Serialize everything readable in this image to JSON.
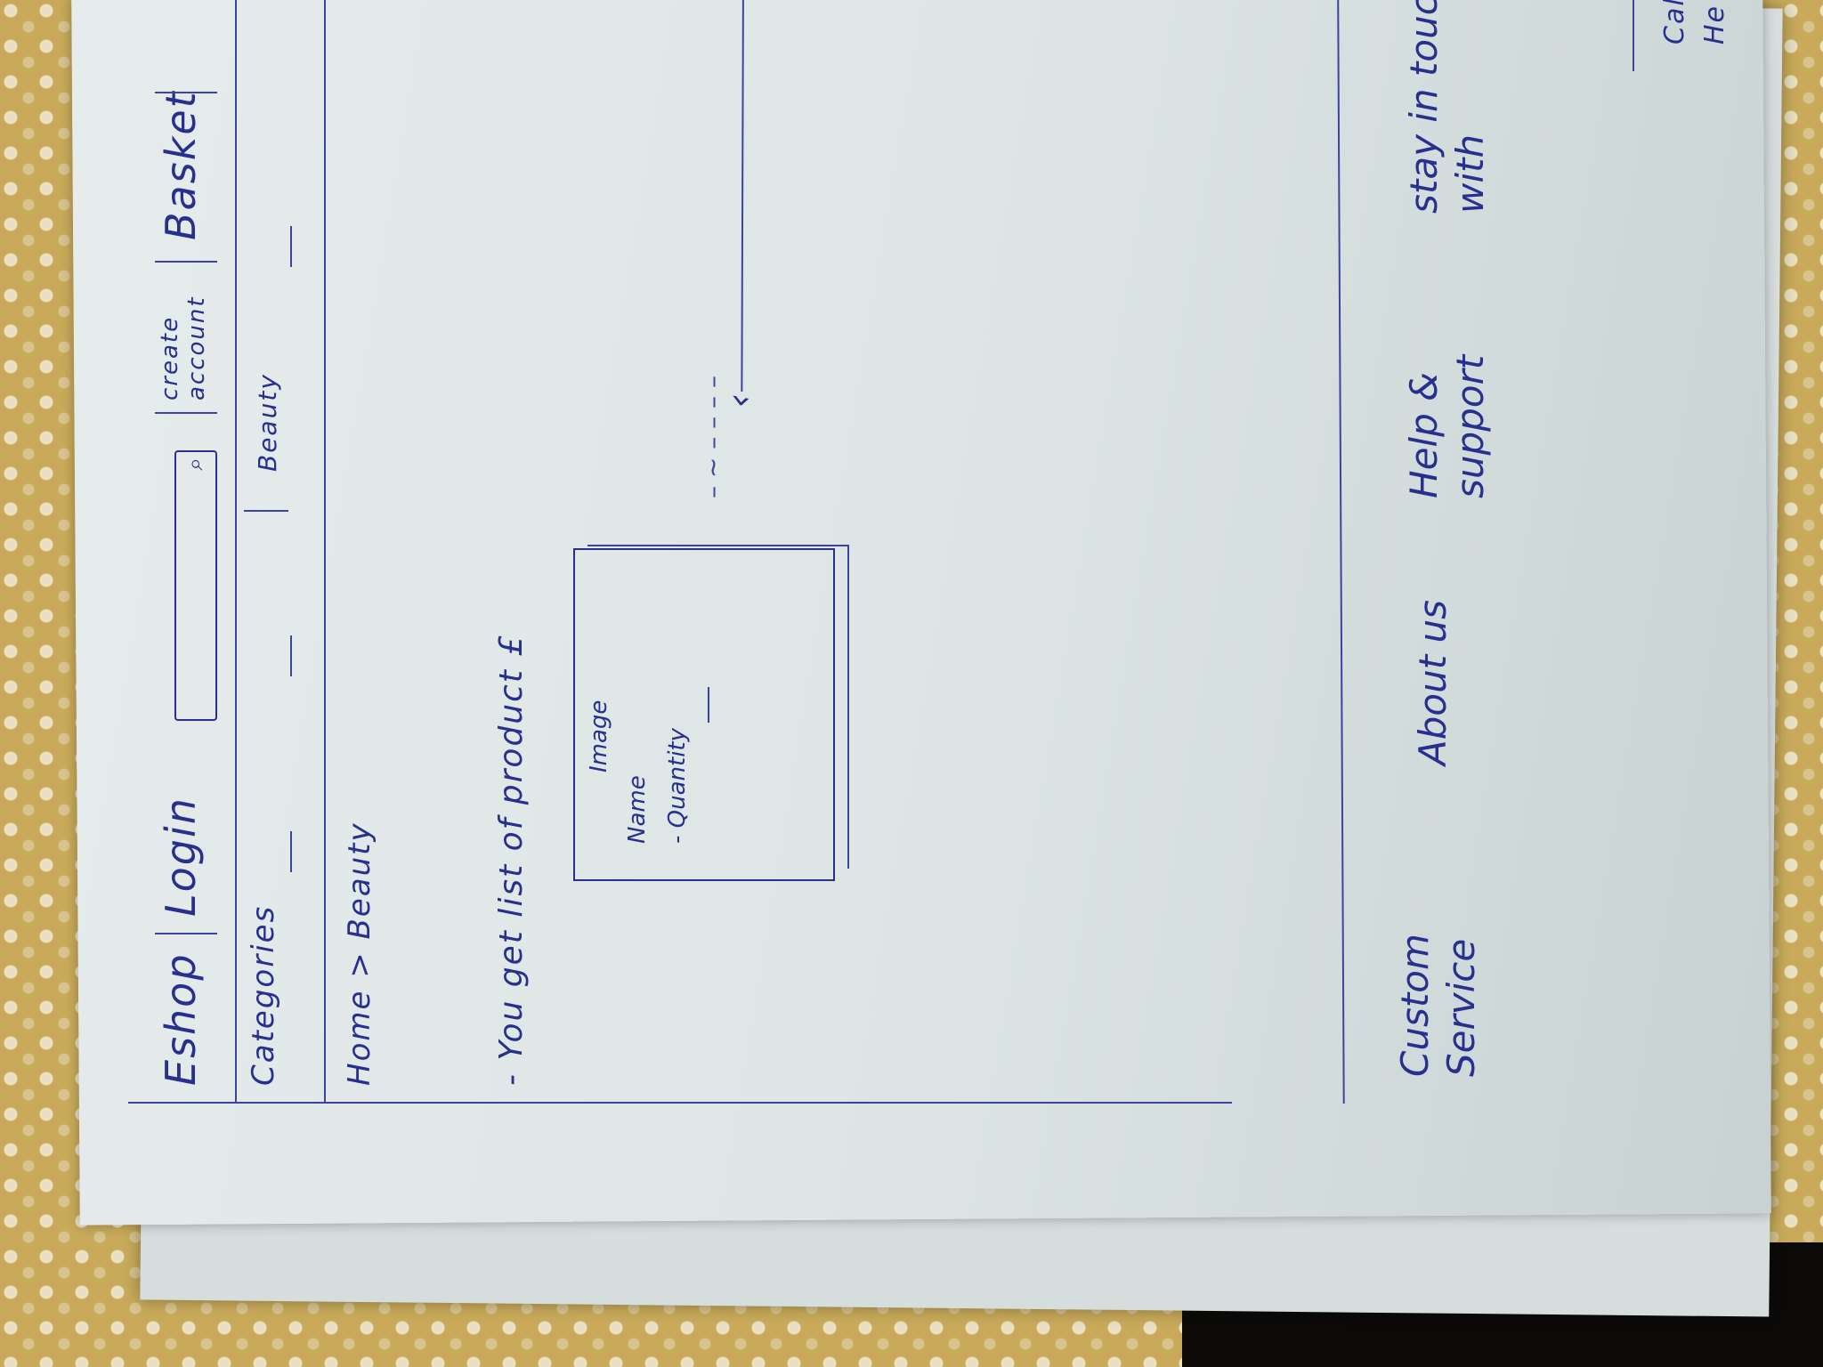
{
  "header": {
    "logo": "Eshop",
    "login": "Login",
    "create_account": "create account",
    "basket": "Basket",
    "search_icon": "search-icon"
  },
  "category_bar": {
    "categories_label": "Categories",
    "beauty": "Beauty"
  },
  "breadcrumb": "Home > Beauty",
  "intro_text": "- You get list of product £",
  "product_card": {
    "image_label": "Image",
    "name_label": "Name",
    "quantity_label": "- Quantity"
  },
  "footer": {
    "col1": "Custom Service",
    "col2": "About us",
    "col3": "Help & support",
    "col4": "stay in touch with"
  },
  "edge_fragments": {
    "cal": "Cale",
    "he": "He"
  },
  "colors": {
    "ink": "#27308e",
    "paper": "#dfe6e6",
    "background": "#c8aa5a"
  }
}
